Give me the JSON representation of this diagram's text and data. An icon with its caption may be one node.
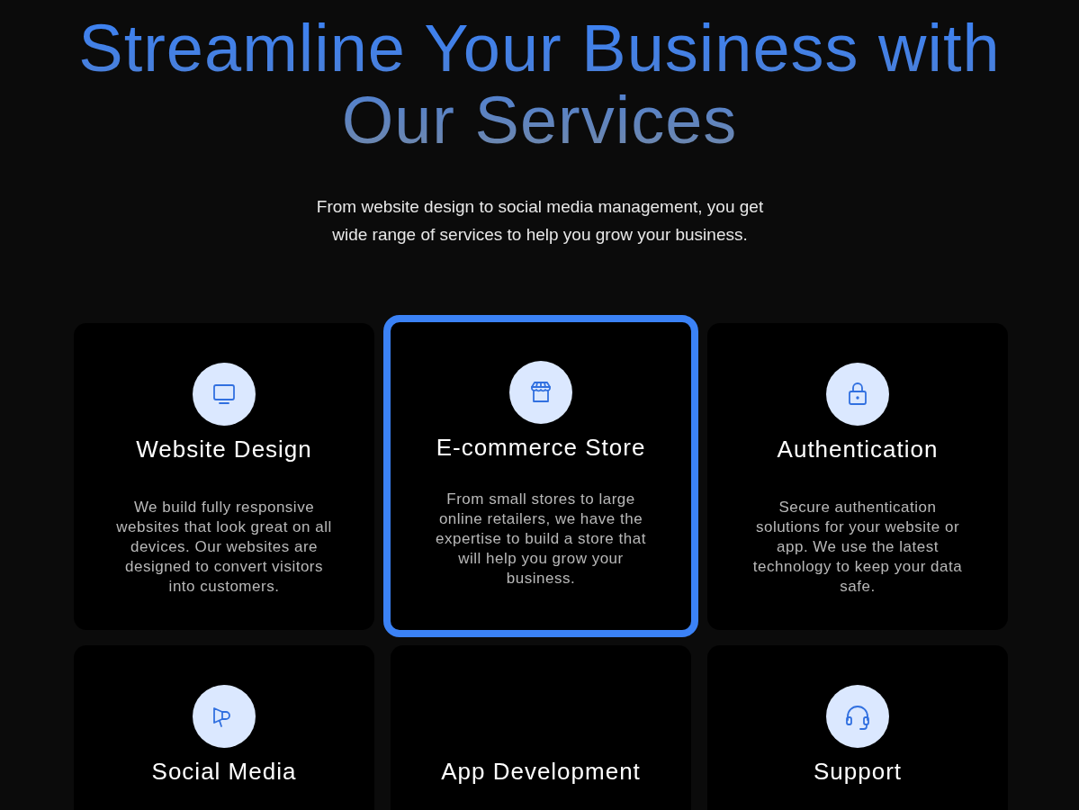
{
  "diagram": {
    "title": "Streamline Your Business with Our Services",
    "nodes": [
      {
        "text": [
          "Website Design",
          "We build fully responsive websites that look great on all devices. Our websites are designed to convert visitors into customers."
        ]
      },
      {
        "text": [
          "E-commerce Store",
          "From small stores to large online retailers, we have the expertise to build a store that will help you grow your business."
        ]
      },
      {
        "text": [
          "Authentication",
          "Secure authentication solutions for your website or app. We use the latest technology to keep your data safe."
        ]
      },
      {
        "text": [
          "Social Media"
        ]
      },
      {
        "text": [
          "App Development"
        ]
      },
      {
        "text": [
          "Support"
        ]
      }
    ],
    "labels": [
      "From website design to social media management, you get wide range of services to help you grow your business."
    ]
  }
}
